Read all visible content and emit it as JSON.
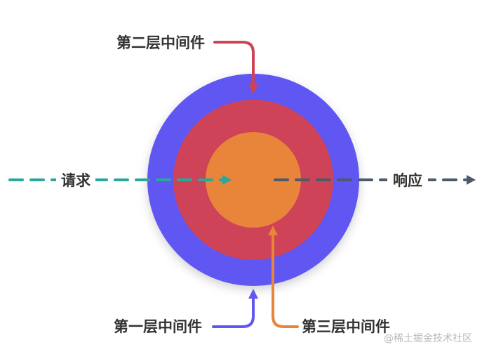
{
  "labels": {
    "second_layer": "第二层中间件",
    "first_layer": "第一层中间件",
    "third_layer": "第三层中间件",
    "request": "请求",
    "response": "响应"
  },
  "watermark": "@稀土掘金技术社区",
  "colors": {
    "outer_ring": "#6157F2",
    "middle_ring": "#CF4358",
    "inner_core": "#E8853A",
    "request_arrow": "#27A89A",
    "response_arrow": "#4D5A6B",
    "second_layer_arrow": "#CF4358",
    "first_layer_arrow": "#6157F2",
    "third_layer_arrow": "#E8853A",
    "label_text": "#333333",
    "watermark_text": "#B8B8B8"
  }
}
